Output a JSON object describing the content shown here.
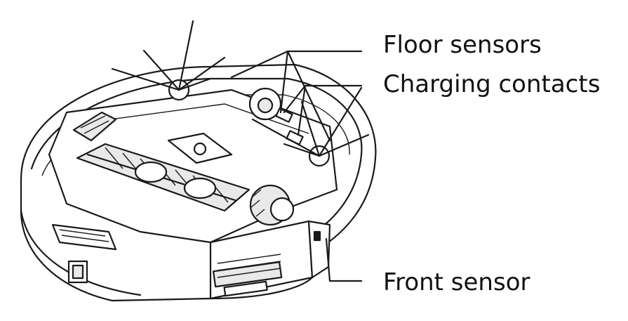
{
  "labels": {
    "floor_sensors": "Floor sensors",
    "charging_contacts": "Charging contacts",
    "front_sensor": "Front sensor"
  },
  "colors": {
    "line": "#1a1a1a",
    "background": "#ffffff"
  }
}
